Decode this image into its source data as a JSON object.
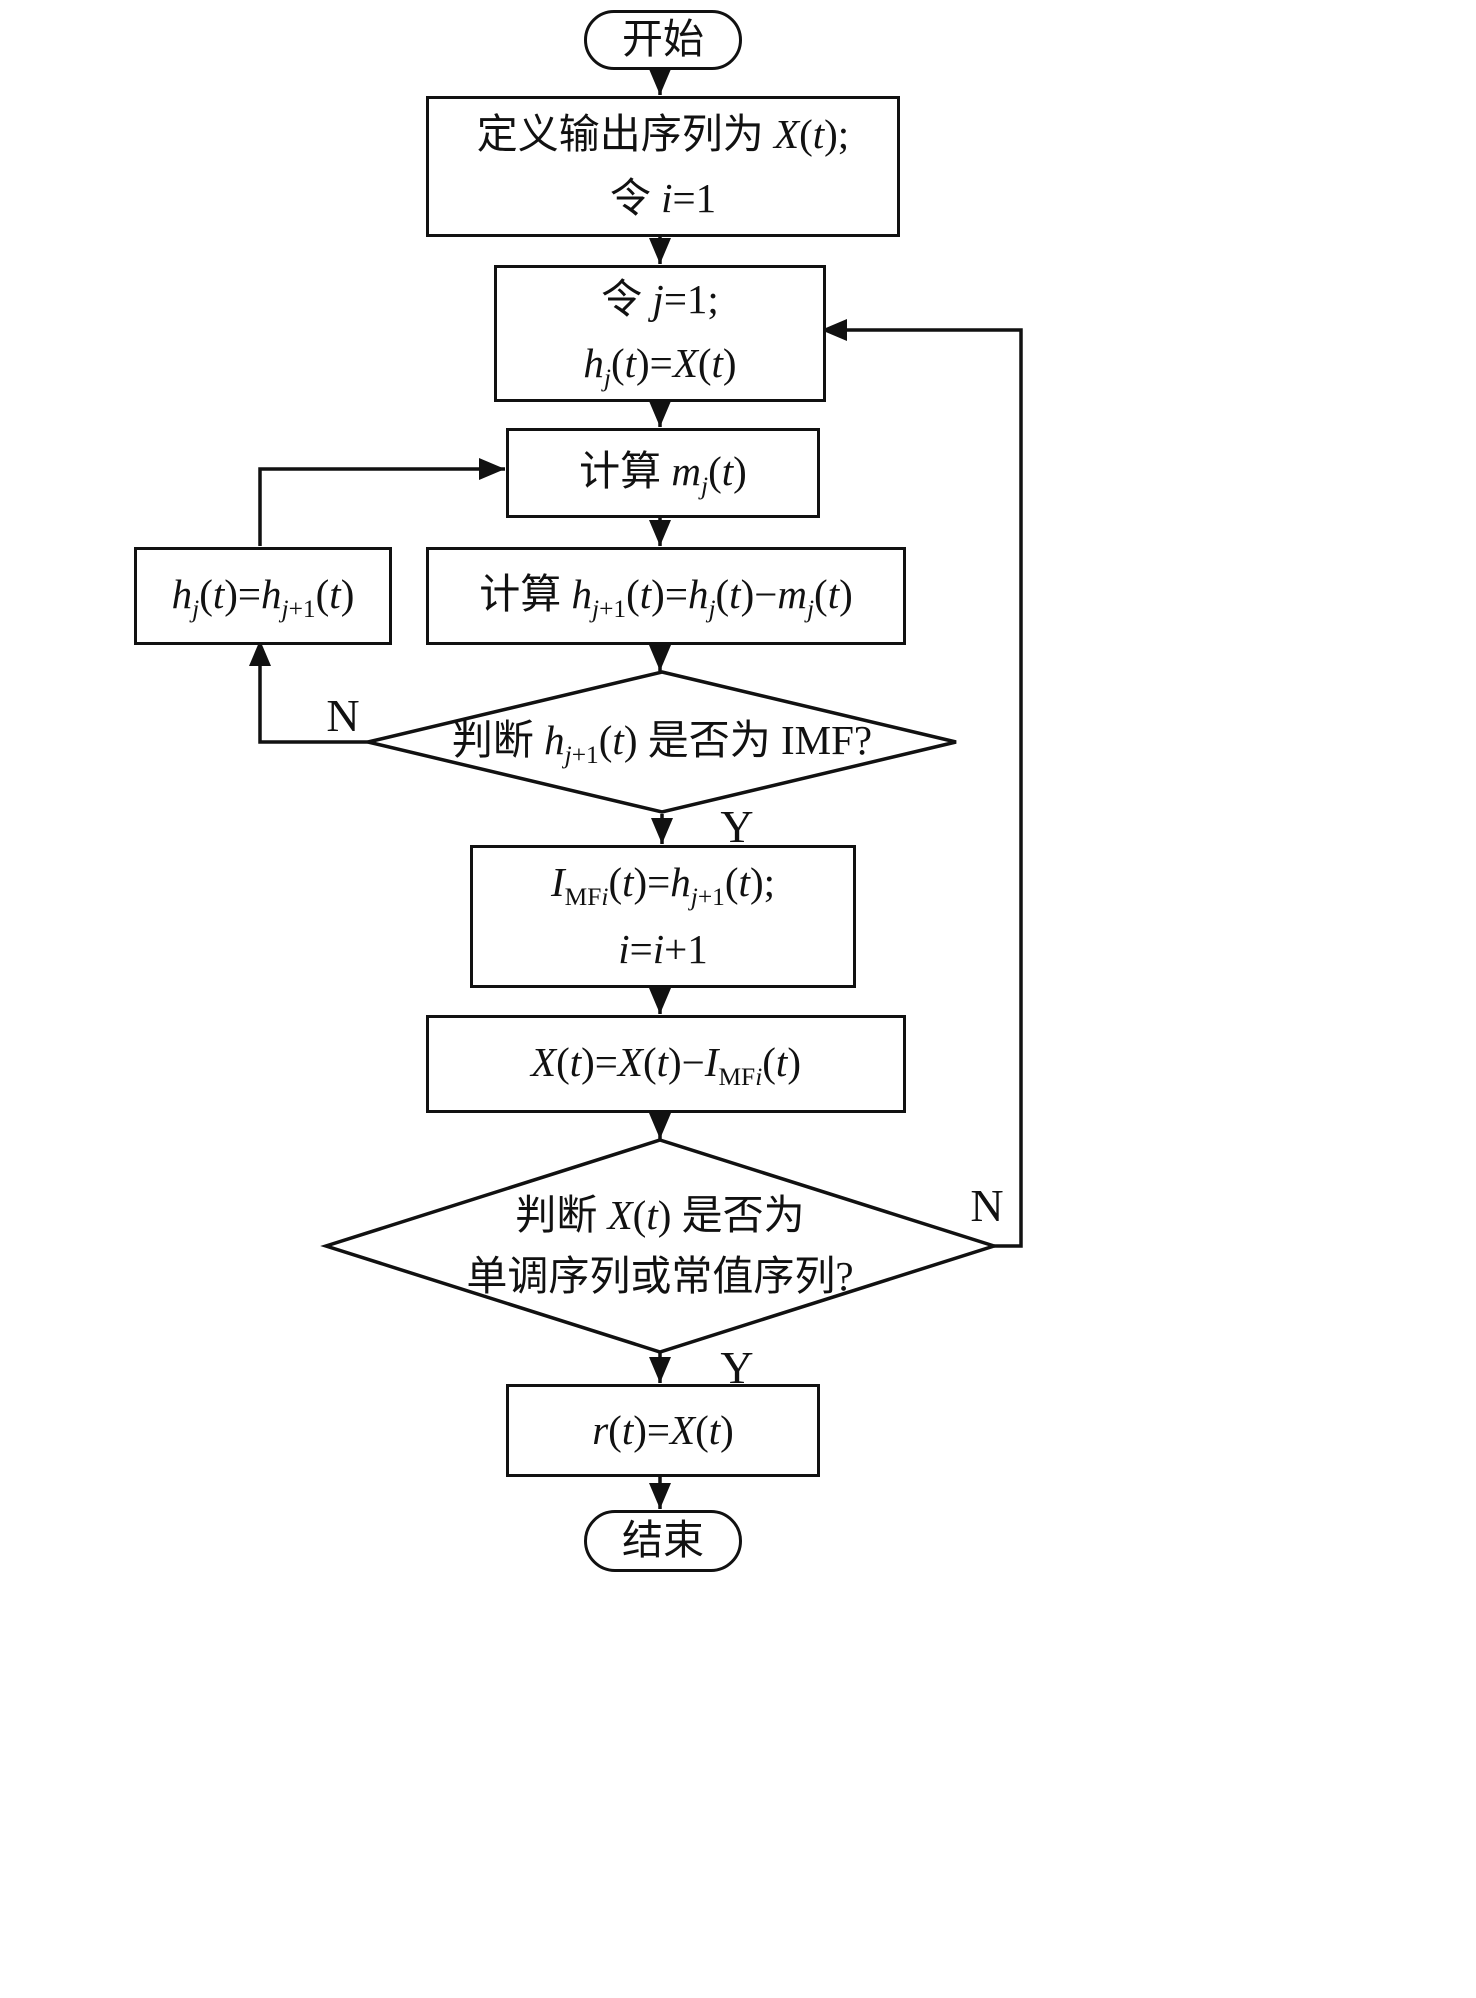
{
  "nodes": {
    "start": "开始",
    "define": "定义输出序列为 *X*(*t*);\n令 *i*=1",
    "init": "令 *j*=1;\n*h*~*j*~(*t*)=*X*(*t*)",
    "compute_m": "计算 *m*~*j*~(*t*)",
    "compute_h": "计算 *h*~*j*+1~(*t*)=*h*~*j*~(*t*)−*m*~*j*~(*t*)",
    "imf_decision": "判断 *h*~*j*+1~(*t*) 是否为 IMF?",
    "reassign": "*h*~*j*~(*t*)=*h*~*j*+1~(*t*)",
    "store_imf": "*I*~MF*i*~(*t*)=*h*~*j*+1~(*t*);\n*i*=*i*+1",
    "update_x": "*X*(*t*)=*X*(*t*)−*I*~MF*i*~(*t*)",
    "mono_decision": "判断 *X*(*t*) 是否为\n单调序列或常值序列?",
    "residual": "*r*(*t*)=*X*(*t*)",
    "end": "结束"
  },
  "edge_labels": {
    "imf_no": "N",
    "imf_yes": "Y",
    "mono_no": "N",
    "mono_yes": "Y"
  },
  "colors": {
    "stroke": "#111111",
    "background": "#ffffff"
  }
}
